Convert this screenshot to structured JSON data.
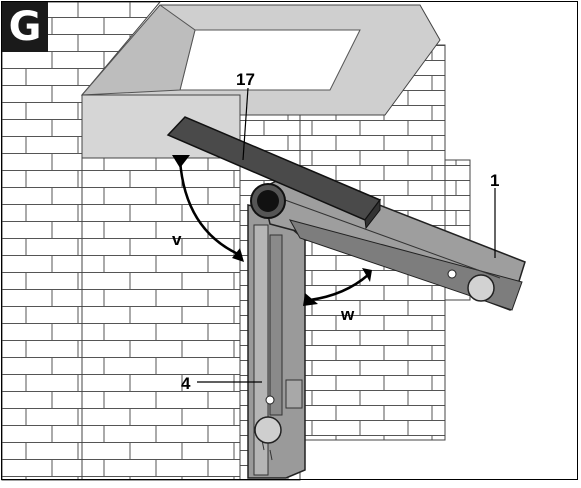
{
  "figure": {
    "badge": "G",
    "labels": {
      "l17": "17",
      "l1": "1",
      "lv": "v",
      "lw": "w",
      "l4": "4"
    }
  }
}
